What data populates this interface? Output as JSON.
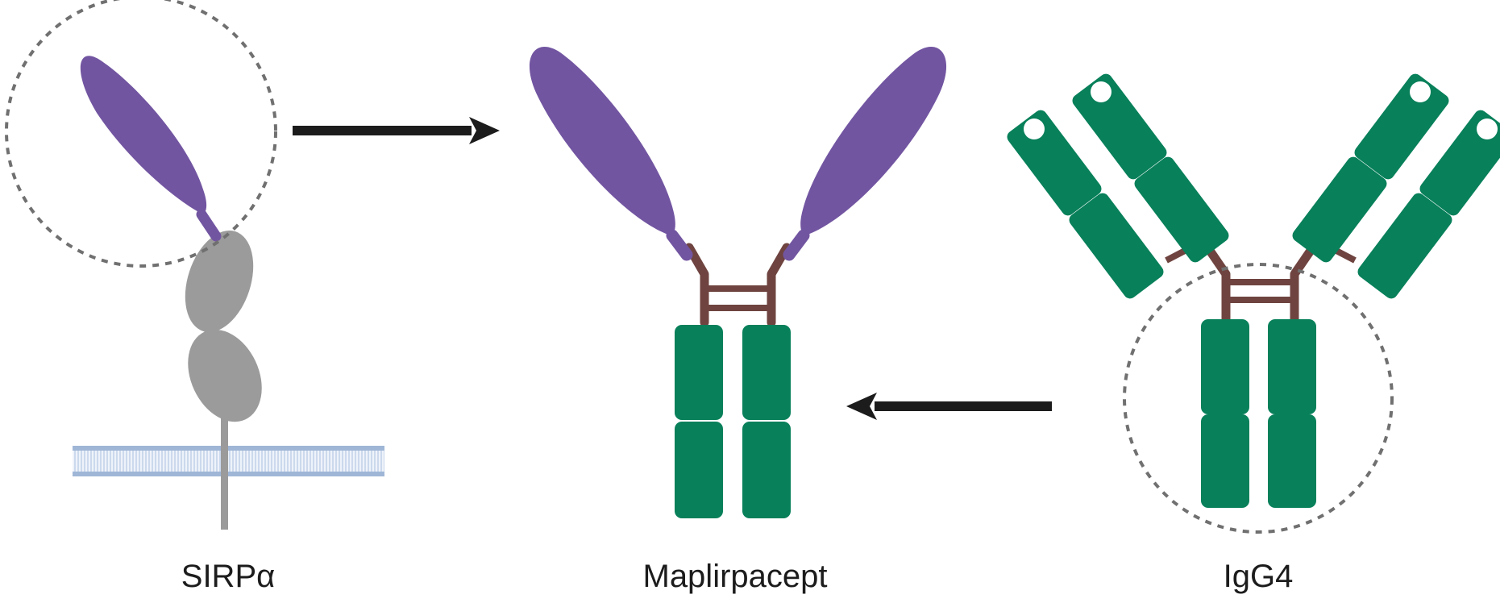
{
  "labels": {
    "sirpa": "SIRPα",
    "maplirpacept": "Maplirpacept",
    "igg4": "IgG4"
  },
  "colors": {
    "sirpa_domain": "#7255a1",
    "ig_domain": "#9b9b9b",
    "fc_domain": "#08805a",
    "hinge": "#6f4440",
    "membrane": "#9fb6d6",
    "arrow": "#1c1c1c",
    "dashed_circle": "#707070"
  },
  "icons": {
    "arrow_right": "arrow-right-icon",
    "arrow_left": "arrow-left-icon"
  }
}
